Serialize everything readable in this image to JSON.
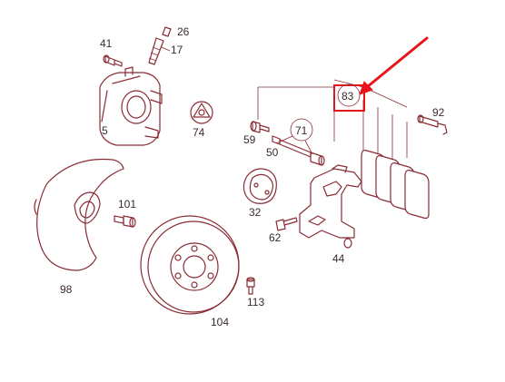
{
  "diagram": {
    "line_color": "#8a2c34",
    "highlight_color": "#e8141c",
    "labels": {
      "p26": "26",
      "p41": "41",
      "p17": "17",
      "p5": "5",
      "p74": "74",
      "p83": "83",
      "p92": "92",
      "p71": "71",
      "p59": "59",
      "p50": "50",
      "p101": "101",
      "p32": "32",
      "p62": "62",
      "p44": "44",
      "p98": "98",
      "p113": "113",
      "p104": "104"
    },
    "highlighted_part": "83",
    "annotation": {
      "type": "red-arrow",
      "points_to": "83"
    }
  }
}
